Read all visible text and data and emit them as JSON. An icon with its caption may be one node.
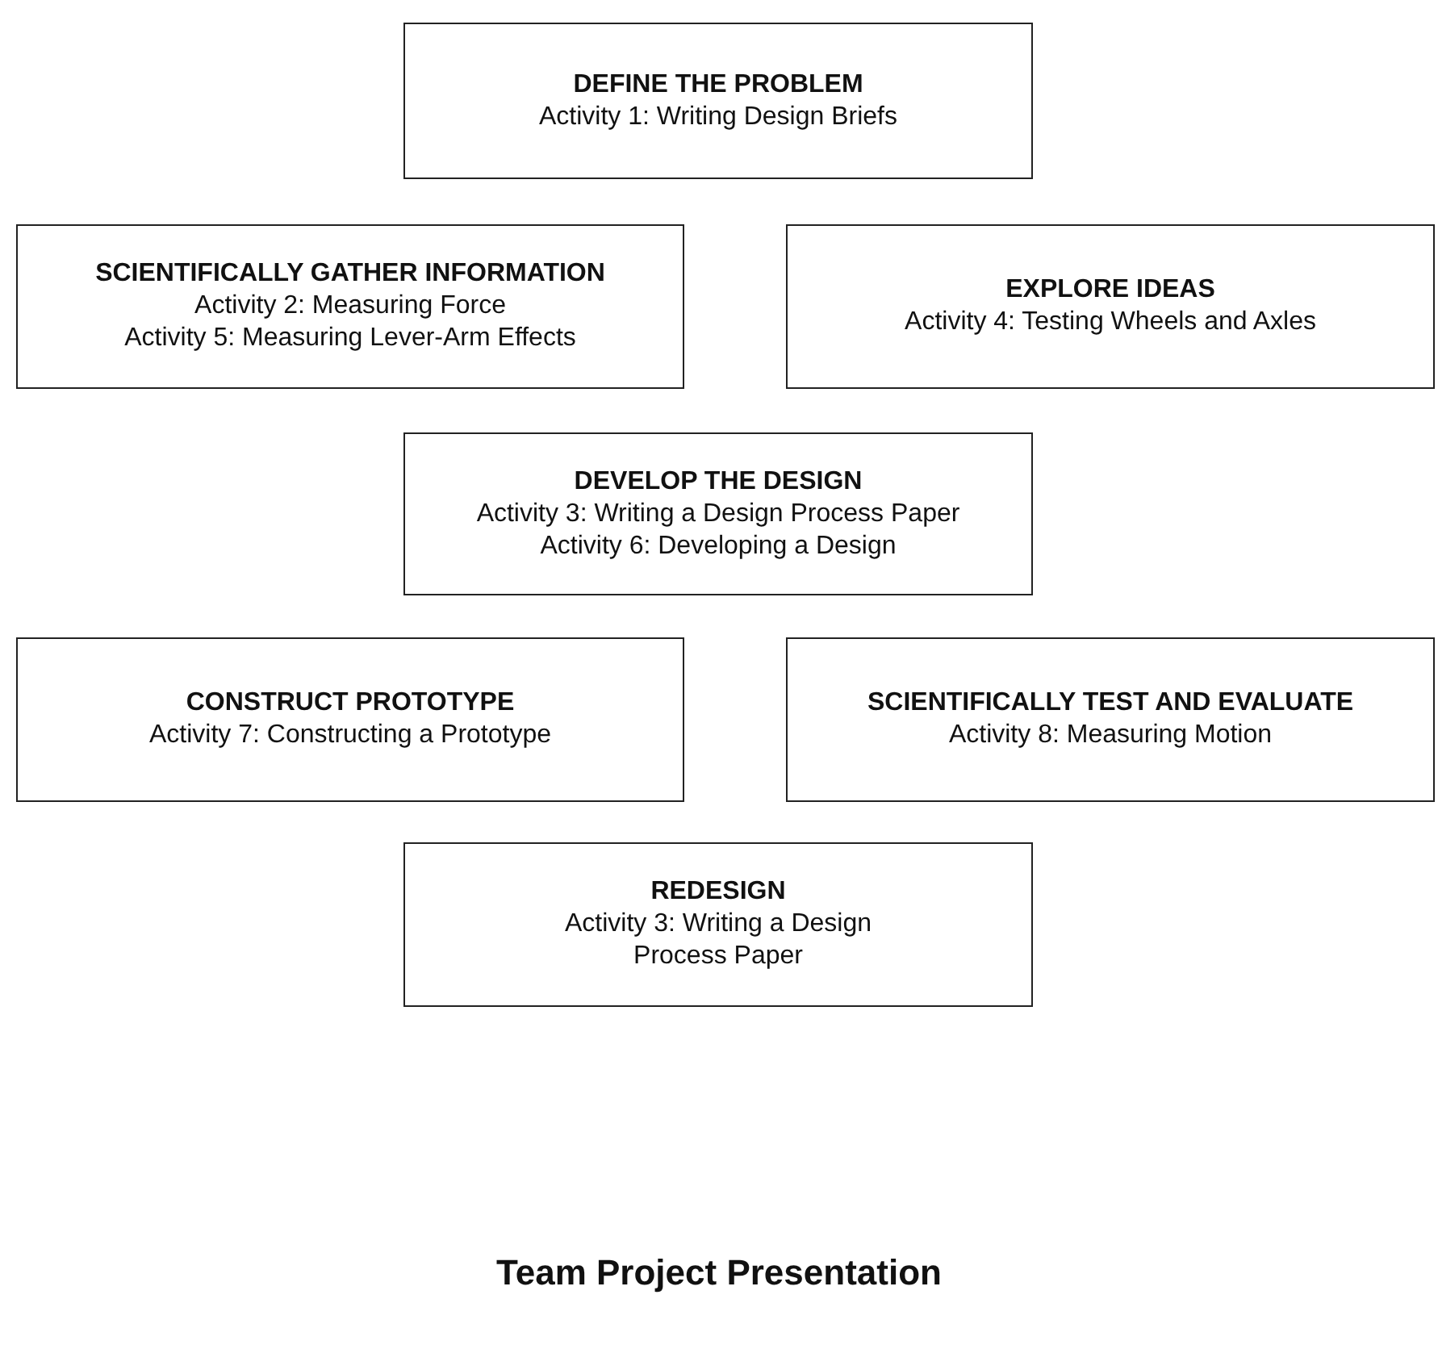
{
  "diagram": {
    "caption": "Team Project Presentation",
    "nodes": [
      {
        "text": [
          "DEFINE THE PROBLEM",
          "Activity 1: Writing Design Briefs"
        ]
      },
      {
        "text": [
          "SCIENTIFICALLY GATHER INFORMATION",
          "Activity 2: Measuring Force",
          "Activity 5: Measuring Lever-Arm Effects"
        ]
      },
      {
        "text": [
          "EXPLORE IDEAS",
          "Activity 4: Testing Wheels and Axles"
        ]
      },
      {
        "text": [
          "DEVELOP THE DESIGN",
          "Activity 3: Writing a Design Process Paper",
          "Activity 6: Developing a Design"
        ]
      },
      {
        "text": [
          "CONSTRUCT PROTOTYPE",
          "Activity 7: Constructing a Prototype"
        ]
      },
      {
        "text": [
          "SCIENTIFICALLY TEST AND EVALUATE",
          "Activity 8: Measuring Motion"
        ]
      },
      {
        "text": [
          "REDESIGN",
          "Activity 3: Writing a Design Process Paper"
        ]
      }
    ],
    "edges": []
  }
}
